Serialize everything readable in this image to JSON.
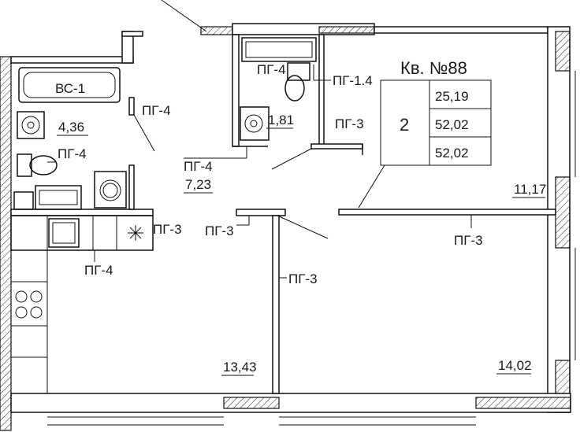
{
  "apartment": {
    "title": "Кв. №88",
    "rooms_count": "2",
    "areas": [
      "25,19",
      "52,02",
      "52,02"
    ]
  },
  "bathroom": {
    "name": "ВС-1",
    "area": "4,36"
  },
  "toilet_area": "1,81",
  "hall_area": "7,23",
  "kitchen_area": "13,43",
  "room_area_right": "14,02",
  "room_area_top": "11,17",
  "labels": {
    "pg4_a": "ПГ-4",
    "pg4_b": "ПГ-4",
    "pg4_c": "ПГ-4",
    "pg4_d": "ПГ-4",
    "pg4_e": "ПГ-4",
    "pg14": "ПГ-1.4",
    "pg3_a": "ПГ-3",
    "pg3_b": "ПГ-3",
    "pg3_c": "ПГ-3",
    "pg3_d": "ПГ-3",
    "pg3_e": "ПГ-3"
  }
}
